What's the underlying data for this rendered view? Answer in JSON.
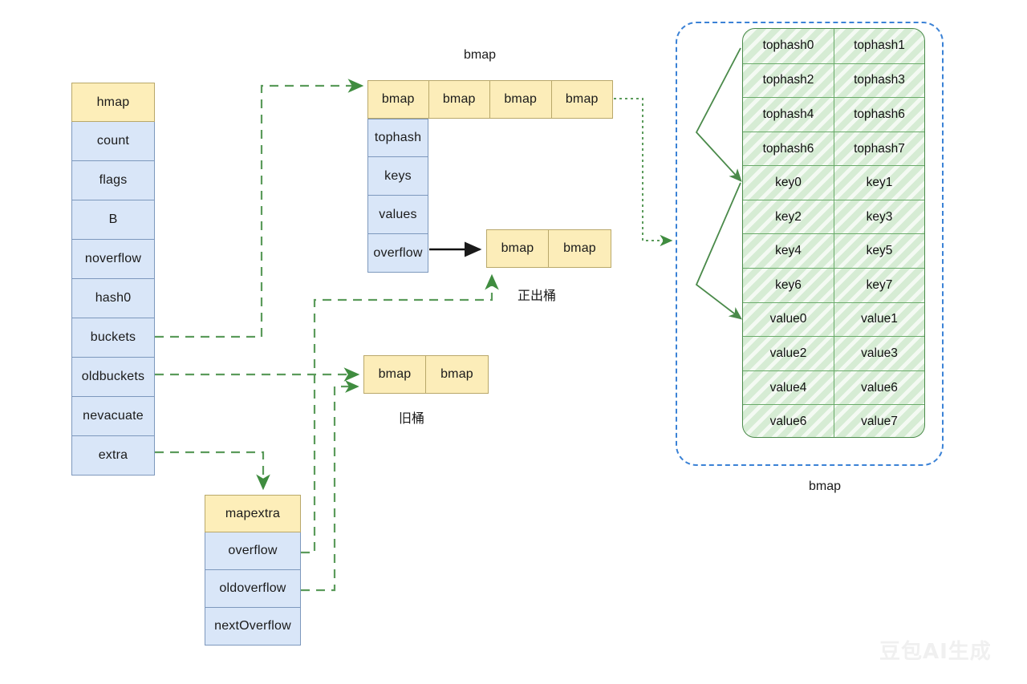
{
  "hmap": {
    "title": "hmap",
    "fields": [
      "count",
      "flags",
      "B",
      "noverflow",
      "hash0",
      "buckets",
      "oldbuckets",
      "nevacuate",
      "extra"
    ]
  },
  "mapextra": {
    "title": "mapextra",
    "fields": [
      "overflow",
      "oldoverflow",
      "nextOverflow"
    ]
  },
  "bmap_section": {
    "caption": "bmap",
    "row_cells": [
      "bmap",
      "bmap",
      "bmap",
      "bmap"
    ],
    "struct_fields": [
      "tophash",
      "keys",
      "values",
      "overflow"
    ]
  },
  "overflow_bucket": {
    "cells": [
      "bmap",
      "bmap"
    ],
    "caption": "正出桶"
  },
  "old_bucket": {
    "cells": [
      "bmap",
      "bmap"
    ],
    "caption": "旧桶"
  },
  "detail_bmap": {
    "caption": "bmap",
    "rows": [
      [
        "tophash0",
        "tophash1"
      ],
      [
        "tophash2",
        "tophash3"
      ],
      [
        "tophash4",
        "tophash6"
      ],
      [
        "tophash6",
        "tophash7"
      ],
      [
        "key0",
        "key1"
      ],
      [
        "key2",
        "key3"
      ],
      [
        "key4",
        "key5"
      ],
      [
        "key6",
        "key7"
      ],
      [
        "value0",
        "value1"
      ],
      [
        "value2",
        "value3"
      ],
      [
        "value4",
        "value6"
      ],
      [
        "value6",
        "value7"
      ]
    ]
  },
  "watermark": {
    "text": "豆包AI生成"
  },
  "colors": {
    "header_fill": "#fdeeb9",
    "header_stroke": "#b9a86a",
    "body_fill": "#d9e6f8",
    "body_stroke": "#7d98bd",
    "grid_fill": "#d6ecd4",
    "grid_stroke": "#4a8a4a",
    "container_stroke": "#3b82d6",
    "arrow_green": "#4a8a4a",
    "arrow_black": "#000000"
  }
}
